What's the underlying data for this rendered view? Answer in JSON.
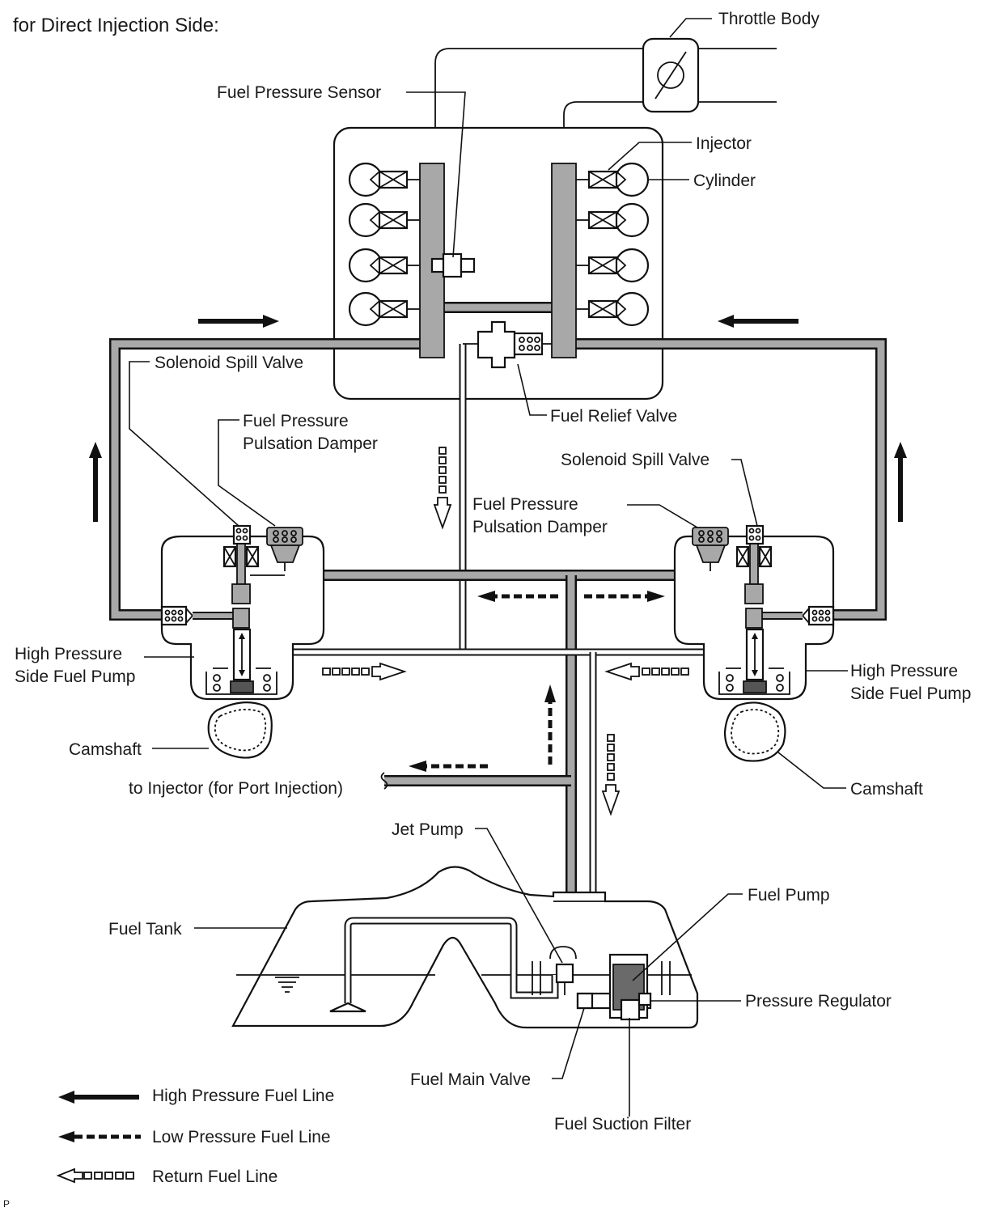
{
  "title": "for Direct Injection Side:",
  "labels": {
    "throttle_body": "Throttle Body",
    "fuel_pressure_sensor": "Fuel Pressure Sensor",
    "injector": "Injector",
    "cylinder": "Cylinder",
    "solenoid_spill_valve_left": "Solenoid Spill Valve",
    "solenoid_spill_valve_right": "Solenoid Spill Valve",
    "fuel_relief_valve": "Fuel Relief Valve",
    "damper_left_line1": "Fuel Pressure",
    "damper_left_line2": "Pulsation Damper",
    "damper_center_line1": "Fuel Pressure",
    "damper_center_line2": "Pulsation Damper",
    "hp_pump_left_line1": "High Pressure",
    "hp_pump_left_line2": "Side Fuel Pump",
    "hp_pump_right_line1": "High Pressure",
    "hp_pump_right_line2": "Side Fuel Pump",
    "camshaft_left": "Camshaft",
    "camshaft_right": "Camshaft",
    "to_injector_port": "to Injector (for Port Injection)",
    "jet_pump": "Jet Pump",
    "fuel_pump": "Fuel Pump",
    "fuel_tank": "Fuel Tank",
    "pressure_regulator": "Pressure Regulator",
    "fuel_main_valve": "Fuel Main Valve",
    "fuel_suction_filter": "Fuel Suction Filter"
  },
  "legend": [
    {
      "style": "solid",
      "label": "High Pressure Fuel Line"
    },
    {
      "style": "dashed",
      "label": "Low Pressure Fuel Line"
    },
    {
      "style": "hollow",
      "label": "Return Fuel Line"
    }
  ],
  "footer_mark": "P",
  "colors": {
    "line": "#111111",
    "pipe_fill": "#a8a8a8",
    "dark_fill": "#555555",
    "background": "#ffffff"
  }
}
